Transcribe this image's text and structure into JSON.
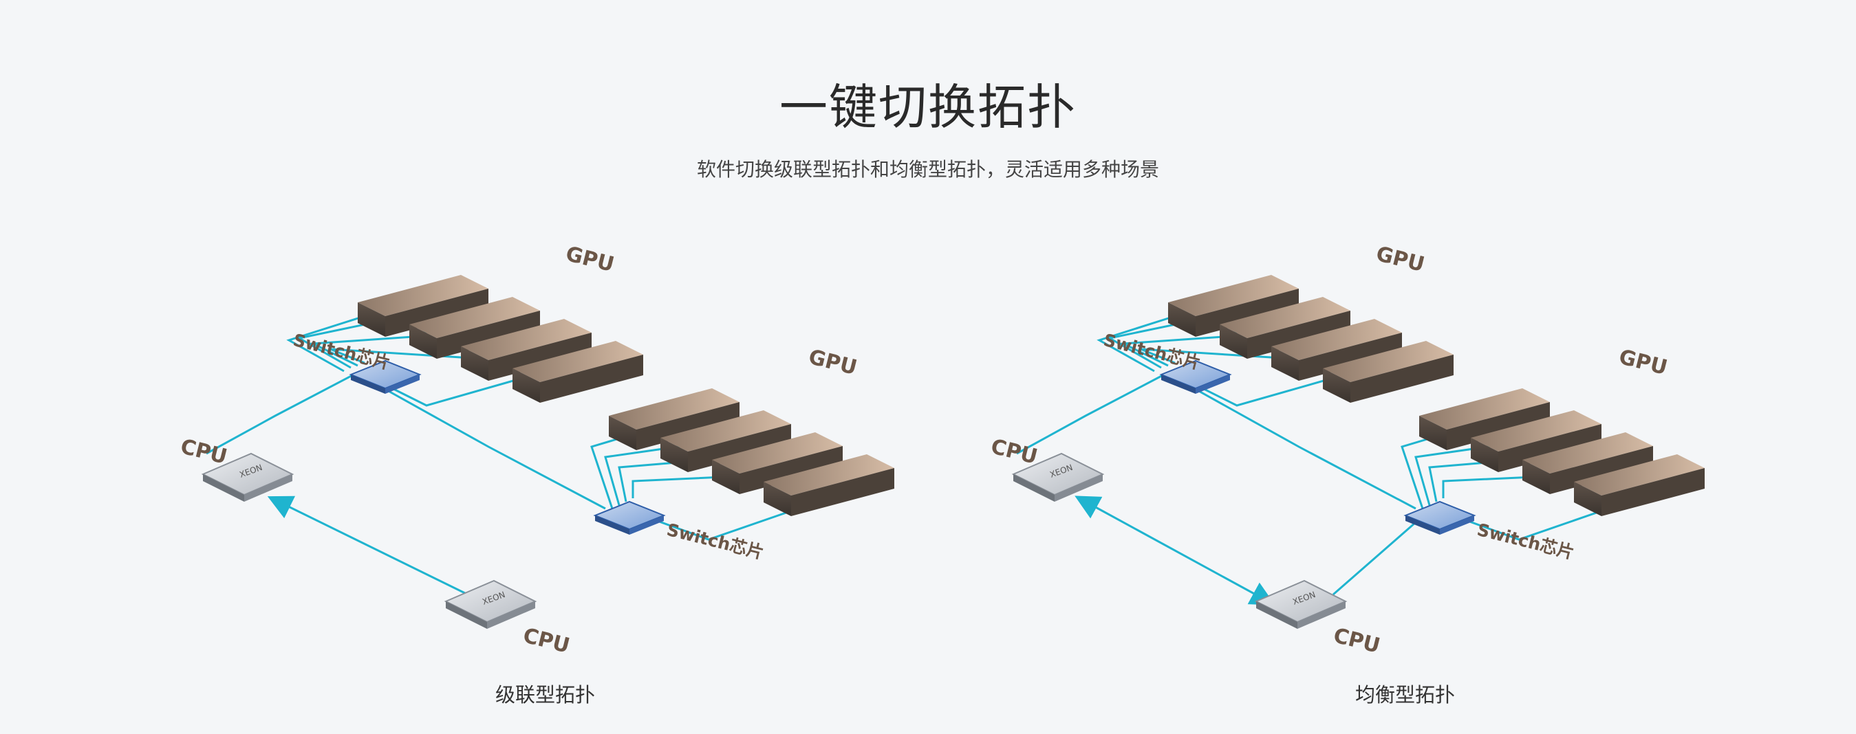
{
  "header": {
    "title": "一键切换拓扑",
    "subtitle": "软件切换级联型拓扑和均衡型拓扑，灵活适用多种场景"
  },
  "diagrams": [
    {
      "caption": "级联型拓扑",
      "gpu_labels": [
        "GPU",
        "GPU"
      ],
      "switch_labels": [
        "Switch芯片",
        "Switch芯片"
      ],
      "cpu_labels": [
        "CPU",
        "CPU"
      ]
    },
    {
      "caption": "均衡型拓扑",
      "gpu_labels": [
        "GPU",
        "GPU"
      ],
      "switch_labels": [
        "Switch芯片",
        "Switch芯片"
      ],
      "cpu_labels": [
        "CPU",
        "CPU"
      ]
    }
  ],
  "cpu_chip_text": "XEON",
  "colors": {
    "link": "#1fb4cf",
    "gpu_top": "#a08a78",
    "gpu_light": "#d9bfa9",
    "switch": "#4a7fd0",
    "cpu": "#c9cdd3",
    "label": "#6b5647"
  }
}
